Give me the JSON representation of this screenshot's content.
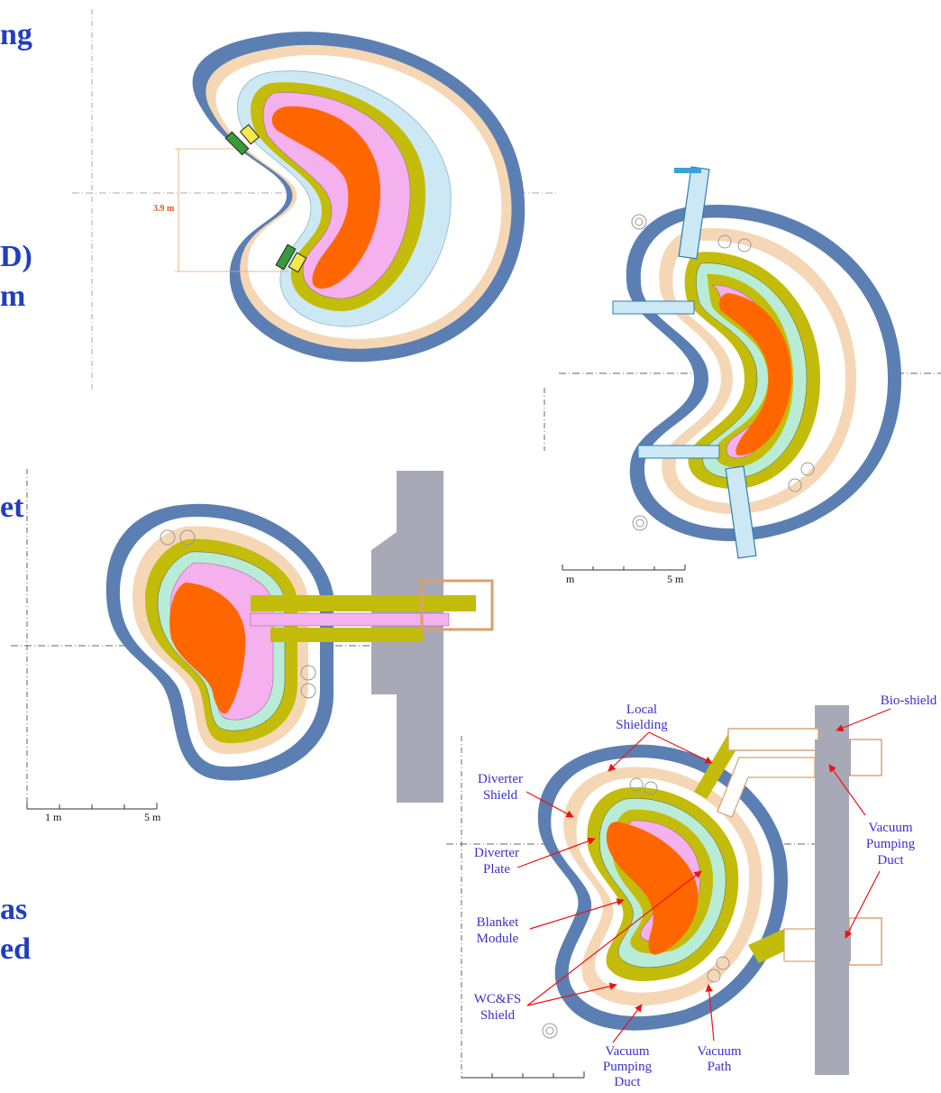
{
  "side_text": {
    "t1": "ng",
    "t2": "D)",
    "t3": "m",
    "t4": "et",
    "t5": "as",
    "t6": "ed"
  },
  "dimension": "3.9 m",
  "scale_right": {
    "left": "m",
    "right": "5 m"
  },
  "scale_left": {
    "left": "1 m",
    "right": "5 m"
  },
  "labels": {
    "local_shielding": [
      "Local",
      "Shielding"
    ],
    "bio_shield": "Bio-shield",
    "diverter_shield": [
      "Diverter",
      "Shield"
    ],
    "diverter_plate": [
      "Diverter",
      "Plate"
    ],
    "blanket_module": [
      "Blanket",
      "Module"
    ],
    "wcfs_shield": [
      "WC&FS",
      "Shield"
    ],
    "vacuum_pumping_duct_bottom": [
      "Vacuum",
      "Pumping",
      "Duct"
    ],
    "vacuum_path": [
      "Vacuum",
      "Path"
    ],
    "vacuum_pumping_duct_right": [
      "Vacuum",
      "Pumping",
      "Duct"
    ]
  },
  "colors": {
    "cryostat": "#5b7fb3",
    "shield_outer": "#f6d7b5",
    "light_blue": "#cde8f5",
    "olive": "#c3bc0a",
    "pink": "#f5b0ee",
    "mint": "#b9ecd6",
    "plasma": "#ff6600",
    "bioshield": "#a7a9b6",
    "label": "#3b2fd0",
    "arrow": "#ee1111"
  }
}
